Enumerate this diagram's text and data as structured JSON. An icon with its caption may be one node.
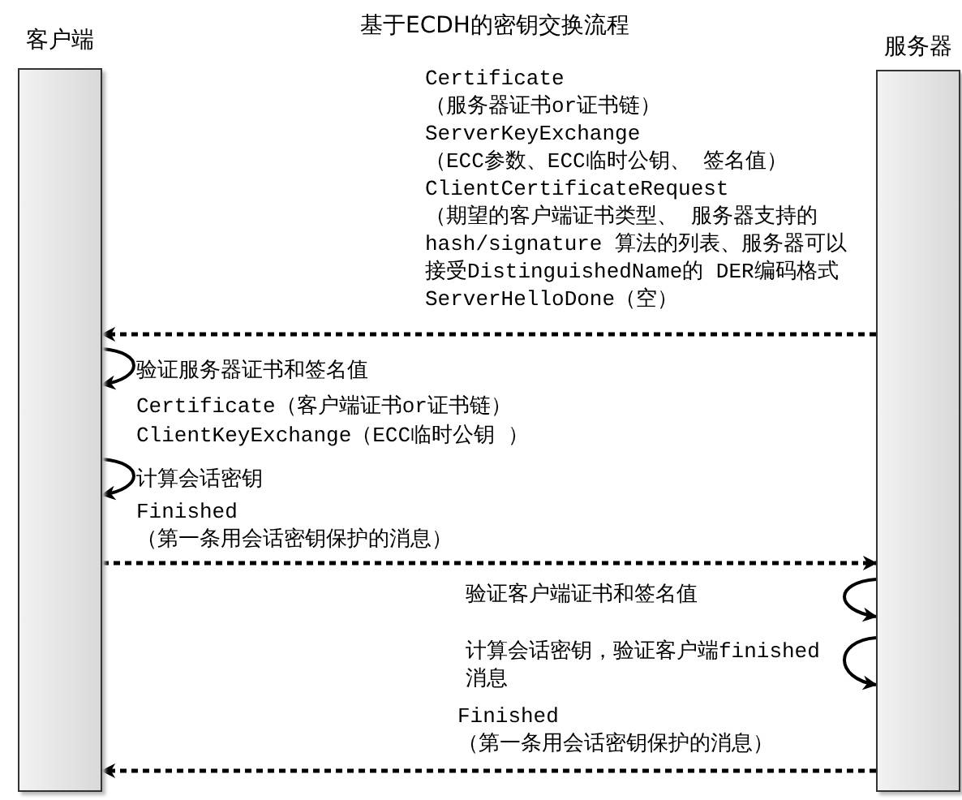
{
  "diagram": {
    "title": "基于ECDH的密钥交换流程",
    "nodes": [
      {
        "text": [
          "客户端"
        ]
      },
      {
        "text": [
          "服务器"
        ]
      }
    ],
    "edges": [
      {
        "from": 1,
        "to": 0,
        "arrow": "to",
        "style": "dashed"
      },
      {
        "from": 0,
        "to": 0,
        "arrow": "to"
      },
      {
        "from": 0,
        "to": 0,
        "arrow": "to"
      },
      {
        "from": 0,
        "to": 1,
        "arrow": "to",
        "style": "dashed"
      },
      {
        "from": 1,
        "to": 1,
        "arrow": "to"
      },
      {
        "from": 1,
        "to": 1,
        "arrow": "to"
      },
      {
        "from": 1,
        "to": 0,
        "arrow": "to",
        "style": "dashed"
      }
    ],
    "labels": [
      "Certificate",
      "（服务器证书or证书链）",
      "ServerKeyExchange",
      "（ECC参数、ECC临时公钥、 签名值）",
      "ClientCertificateRequest",
      "（期望的客户端证书类型、 服务器支持的hash/signature 算法的列表、服务器可以接受DistinguishedName的 DER编码格式",
      "ServerHelloDone（空）",
      "验证服务器证书和签名值",
      "Certificate（客户端证书or证书链）",
      "ClientKeyExchange（ECC临时公钥 ）",
      "计算会话密钥",
      "Finished",
      "（第一条用会话密钥保护的消息）",
      "验证客户端证书和签名值",
      "计算会话密钥，验证客户端finished消息",
      "Finished",
      "（第一条用会话密钥保护的消息）"
    ]
  }
}
